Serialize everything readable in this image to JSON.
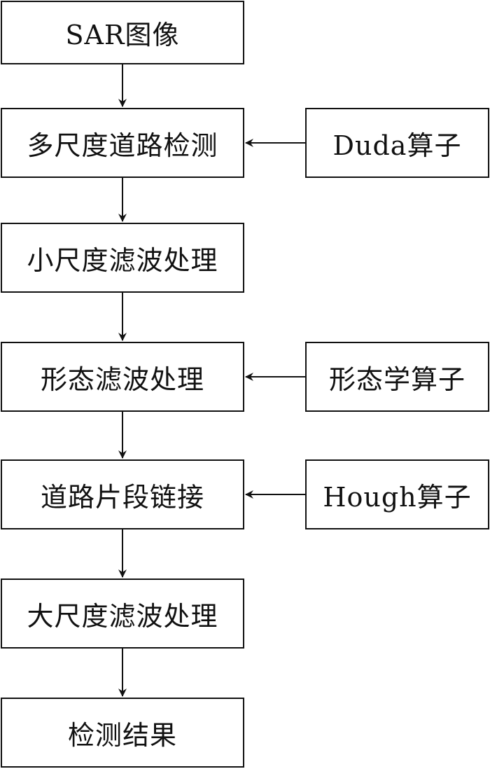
{
  "main_flow": [
    {
      "id": "sar-image",
      "label": "SAR图像"
    },
    {
      "id": "multiscale-road-detection",
      "label": "多尺度道路检测"
    },
    {
      "id": "small-scale-filtering",
      "label": "小尺度滤波处理"
    },
    {
      "id": "morphological-filtering",
      "label": "形态滤波处理"
    },
    {
      "id": "road-segment-linking",
      "label": "道路片段链接"
    },
    {
      "id": "large-scale-filtering",
      "label": "大尺度滤波处理"
    },
    {
      "id": "detection-result",
      "label": "检测结果"
    }
  ],
  "side_inputs": [
    {
      "id": "duda-operator",
      "label": "Duda算子",
      "target": "multiscale-road-detection"
    },
    {
      "id": "morphology-operator",
      "label": "形态学算子",
      "target": "morphological-filtering"
    },
    {
      "id": "hough-operator",
      "label": "Hough算子",
      "target": "road-segment-linking"
    }
  ]
}
